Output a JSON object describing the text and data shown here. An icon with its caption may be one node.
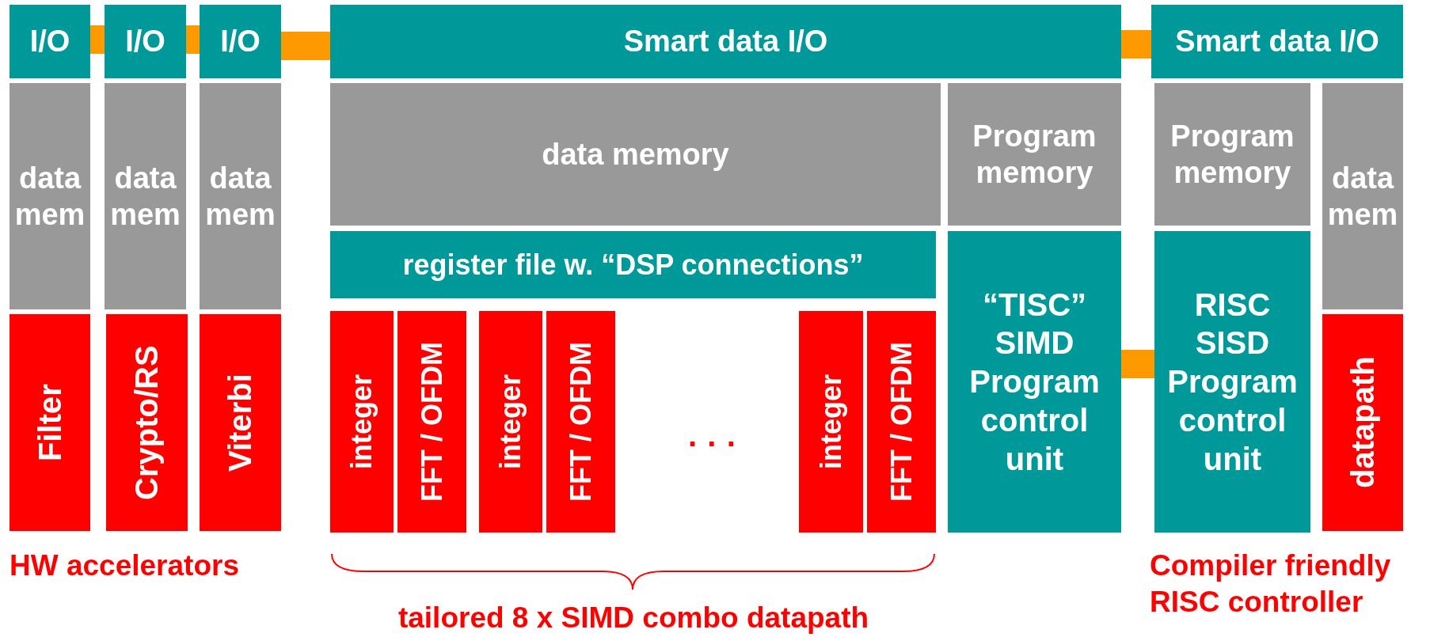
{
  "diagram": {
    "nodes": [
      {
        "text": [
          "I/O"
        ]
      },
      {
        "text": [
          "I/O"
        ]
      },
      {
        "text": [
          "I/O"
        ]
      },
      {
        "text": [
          "Smart data I/O"
        ]
      },
      {
        "text": [
          "Smart data I/O"
        ]
      },
      {
        "text": [
          "data mem"
        ]
      },
      {
        "text": [
          "data mem"
        ]
      },
      {
        "text": [
          "data mem"
        ]
      },
      {
        "text": [
          "data memory"
        ]
      },
      {
        "text": [
          "Program memory"
        ]
      },
      {
        "text": [
          "Program memory"
        ]
      },
      {
        "text": [
          "data mem"
        ]
      },
      {
        "text": [
          "register file w. “DSP connections”"
        ]
      },
      {
        "text": [
          "“TISC” SIMD Program control unit"
        ]
      },
      {
        "text": [
          "RISC SISD Program control unit"
        ]
      },
      {
        "text": [
          "Filter"
        ]
      },
      {
        "text": [
          "Crypto/RS"
        ]
      },
      {
        "text": [
          "Viterbi"
        ]
      },
      {
        "text": [
          "integer"
        ]
      },
      {
        "text": [
          "FFT / OFDM"
        ]
      },
      {
        "text": [
          "integer"
        ]
      },
      {
        "text": [
          "FFT / OFDM"
        ]
      },
      {
        "text": [
          "integer"
        ]
      },
      {
        "text": [
          "FFT / OFDM"
        ]
      },
      {
        "text": [
          "datapath"
        ]
      }
    ],
    "edges": [
      {
        "from": 0,
        "to": 1,
        "arrow": "none"
      },
      {
        "from": 1,
        "to": 2,
        "arrow": "none"
      },
      {
        "from": 2,
        "to": 3,
        "arrow": "none"
      },
      {
        "from": 3,
        "to": 4,
        "arrow": "none"
      },
      {
        "from": 13,
        "to": 14,
        "arrow": "none"
      }
    ],
    "labels": [
      "· · ·",
      "HW accelerators",
      "Compiler friendly RISC controller",
      "tailored 8 x SIMD combo datapath"
    ]
  }
}
